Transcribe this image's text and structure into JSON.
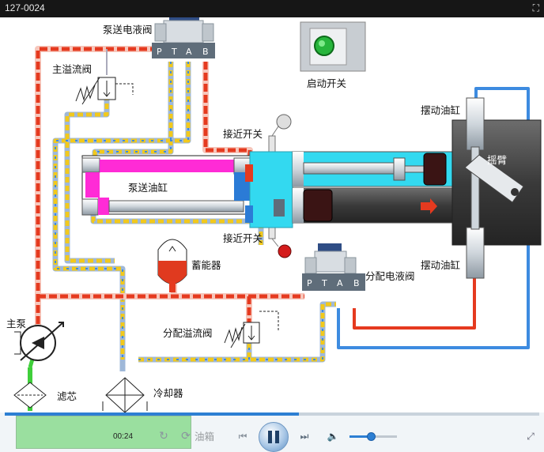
{
  "window": {
    "title": "127-0024"
  },
  "diagram": {
    "pump_valve": "泵送电液阀",
    "port_labels": [
      "P",
      "T",
      "A",
      "B"
    ],
    "main_relief": "主溢流阀",
    "start_switch": "启动开关",
    "prox_switch_top": "接近开关",
    "prox_switch_bottom": "接近开关",
    "swing_cyl_top": "摆动油缸",
    "swing_cyl_bottom": "摆动油缸",
    "swing_arm": "摇臂",
    "pump_cylinder": "泵送油缸",
    "accumulator": "蓄能器",
    "dist_valve": "分配电液阀",
    "dist_relief": "分配溢流阀",
    "main_pump": "主泵",
    "filter": "滤芯",
    "cooler": "冷却器",
    "tank": "油箱"
  },
  "colors": {
    "pressure": "#e53a1f",
    "return": "#f5c518",
    "low": "#3d8be0",
    "cyan": "#33d9f0",
    "magenta": "#ff2bd6",
    "oil_green": "#3fcf3a"
  },
  "player": {
    "time": "00:24",
    "progress": 0.55,
    "volume": 0.45,
    "icons": {
      "loop": "loop-icon",
      "refresh": "refresh-icon",
      "prev": "previous-icon",
      "play_pause": "pause-icon",
      "next": "next-icon",
      "volume": "volume-icon",
      "expand": "expand-icon"
    }
  }
}
